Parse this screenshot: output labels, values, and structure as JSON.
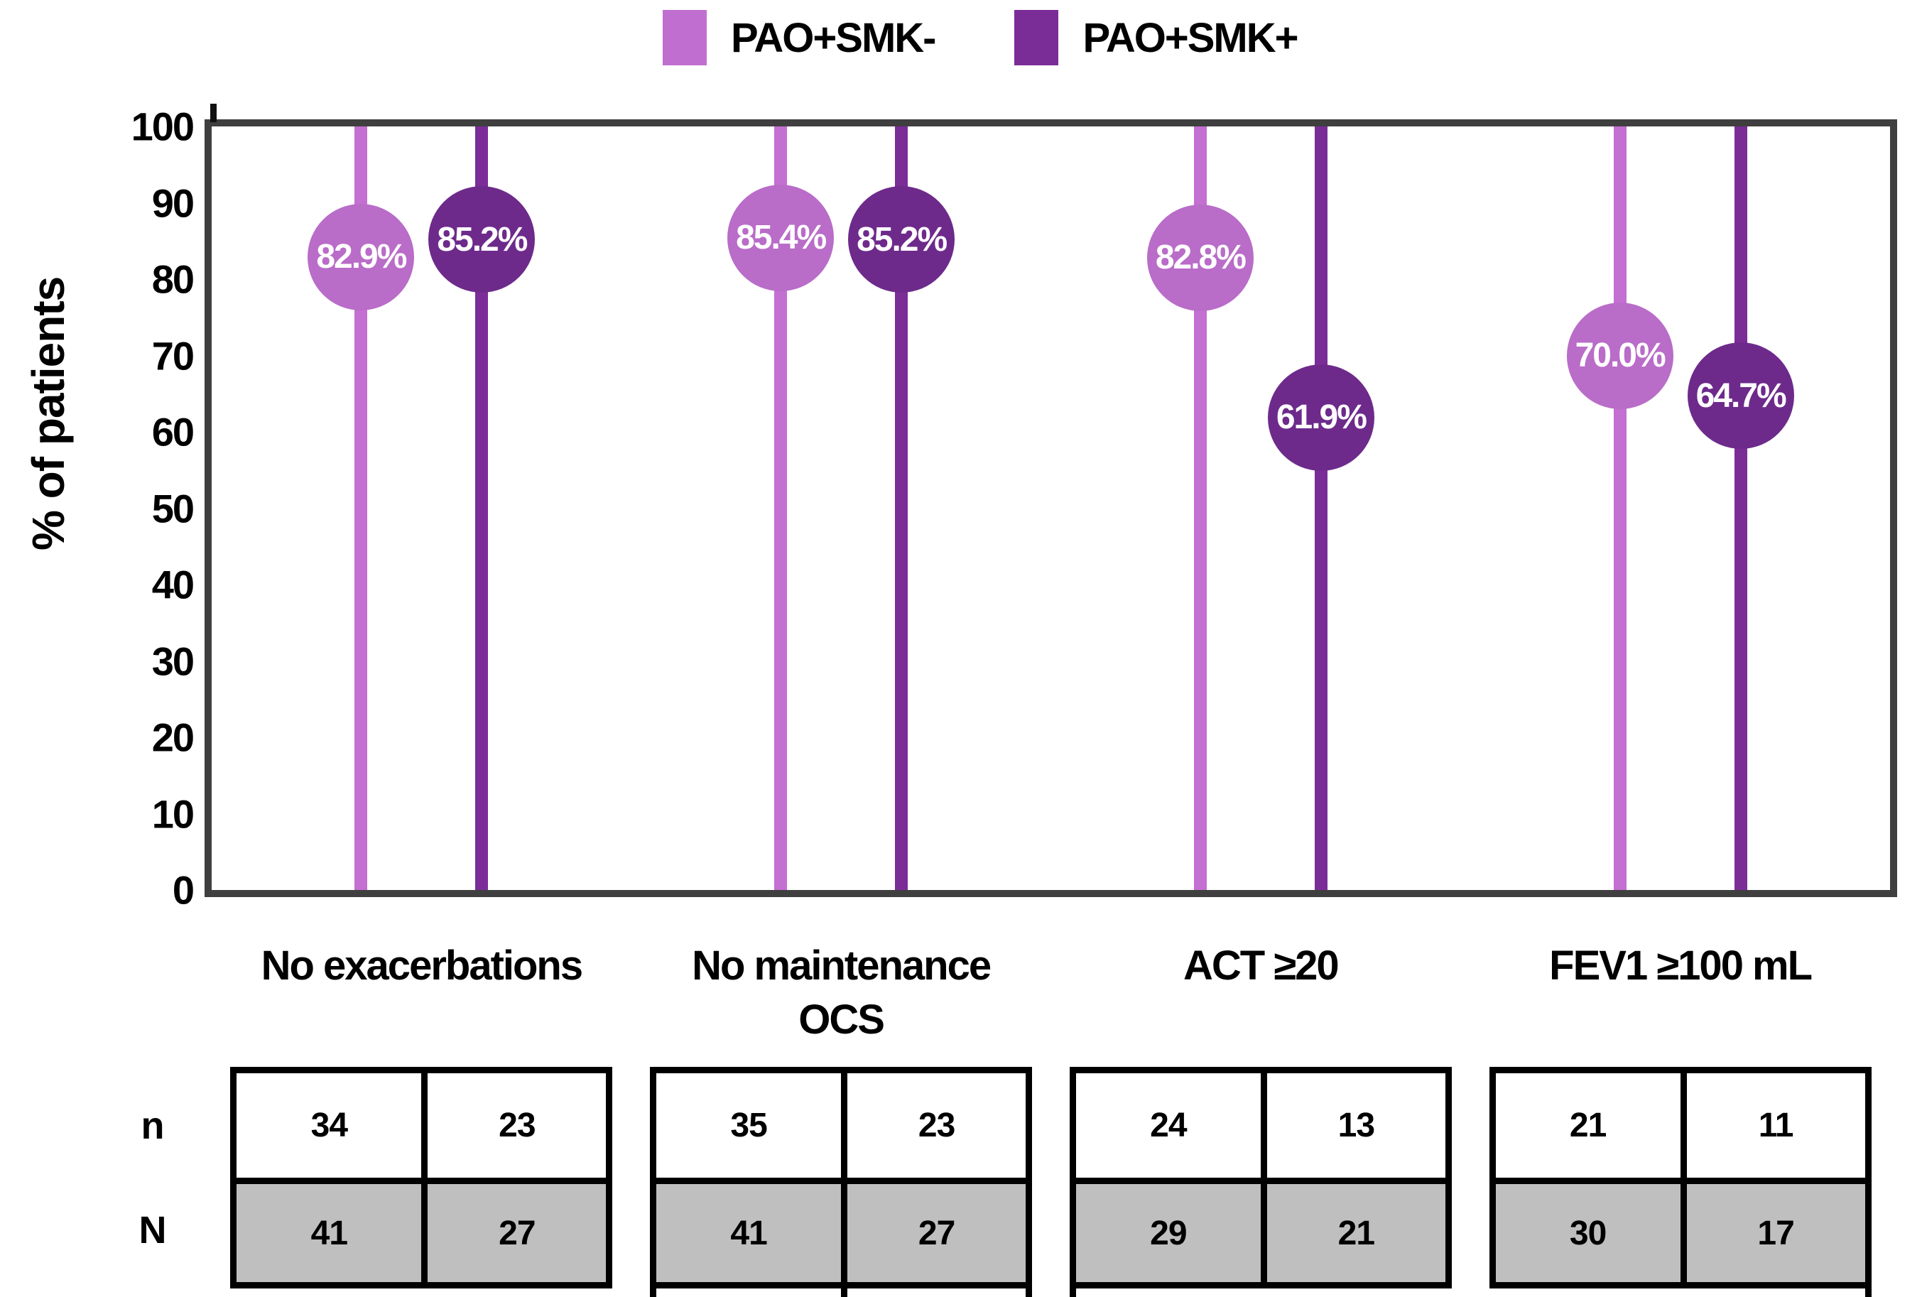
{
  "legend": {
    "items": [
      {
        "label": "PAO+SMK-",
        "color": "#c06fd0"
      },
      {
        "label": "PAO+SMK+",
        "color": "#7b2d97"
      }
    ]
  },
  "chart_data": {
    "type": "lollipop",
    "title": "",
    "ylabel": "% of patients",
    "ylim": [
      0,
      100
    ],
    "yticks": [
      0,
      10,
      20,
      30,
      40,
      50,
      60,
      70,
      80,
      90,
      100
    ],
    "grid": false,
    "legend_position": "top-center",
    "categories": [
      "No exacerbations",
      "No maintenance OCS",
      "ACT ≥20",
      "FEV1 ≥100 mL"
    ],
    "category_display_lines": [
      [
        "No exacerbations"
      ],
      [
        "No maintenance",
        "OCS"
      ],
      [
        "ACT ≥20"
      ],
      [
        "FEV1 ≥100 mL"
      ]
    ],
    "series": [
      {
        "name": "PAO+SMK-",
        "stem_color": "#c46fd2",
        "dot_color": "#b96cc8",
        "values": [
          82.9,
          85.4,
          82.8,
          70.0
        ],
        "value_labels": [
          "82.9%",
          "85.4%",
          "82.8%",
          "70.0%"
        ]
      },
      {
        "name": "PAO+SMK+",
        "stem_color": "#7b2d97",
        "dot_color": "#6d2a8b",
        "values": [
          85.2,
          85.2,
          61.9,
          64.7
        ],
        "value_labels": [
          "85.2%",
          "85.2%",
          "61.9%",
          "64.7%"
        ]
      }
    ]
  },
  "count_tables": {
    "row_labels": [
      "n",
      "N"
    ],
    "n_values": [
      [
        34,
        23
      ],
      [
        35,
        23
      ],
      [
        24,
        13
      ],
      [
        21,
        11
      ]
    ],
    "N_values": [
      [
        41,
        27
      ],
      [
        41,
        27
      ],
      [
        29,
        21
      ],
      [
        30,
        17
      ]
    ],
    "n_row_background": "#ffffff",
    "N_row_background": "#bfbfbf"
  },
  "colors": {
    "frame": "#3f3f3f",
    "text": "#000000",
    "dot_text": "#ffffff"
  }
}
